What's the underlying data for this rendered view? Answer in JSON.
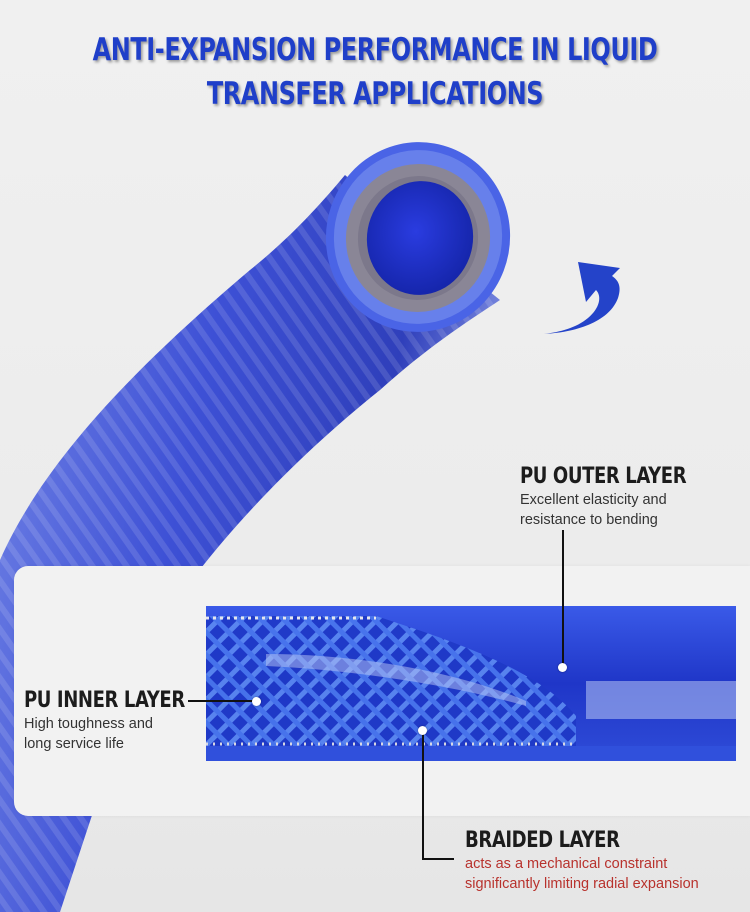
{
  "headline": {
    "line1": "ANTI-EXPANSION PERFORMANCE IN LIQUID",
    "line2": "TRANSFER APPLICATIONS",
    "color": "#1f3fc9"
  },
  "icons": {
    "curved_arrow": "curved-arrow-icon"
  },
  "labels": {
    "outer": {
      "title": "PU OUTER LAYER",
      "desc": "Excellent elasticity and\nresistance to bending"
    },
    "inner": {
      "title": "PU INNER LAYER",
      "desc": "High toughness and\nlong service life"
    },
    "braided": {
      "title": "BRAIDED LAYER",
      "desc": "acts as a mechanical constraint\nsignificantly limiting radial expansion",
      "desc_color": "#b8322d"
    }
  },
  "colors": {
    "hose_blue": "#2a3fd0",
    "hose_dark": "#1a2aa0",
    "braid_gray": "#8a8696",
    "background": "#eeeeee"
  }
}
